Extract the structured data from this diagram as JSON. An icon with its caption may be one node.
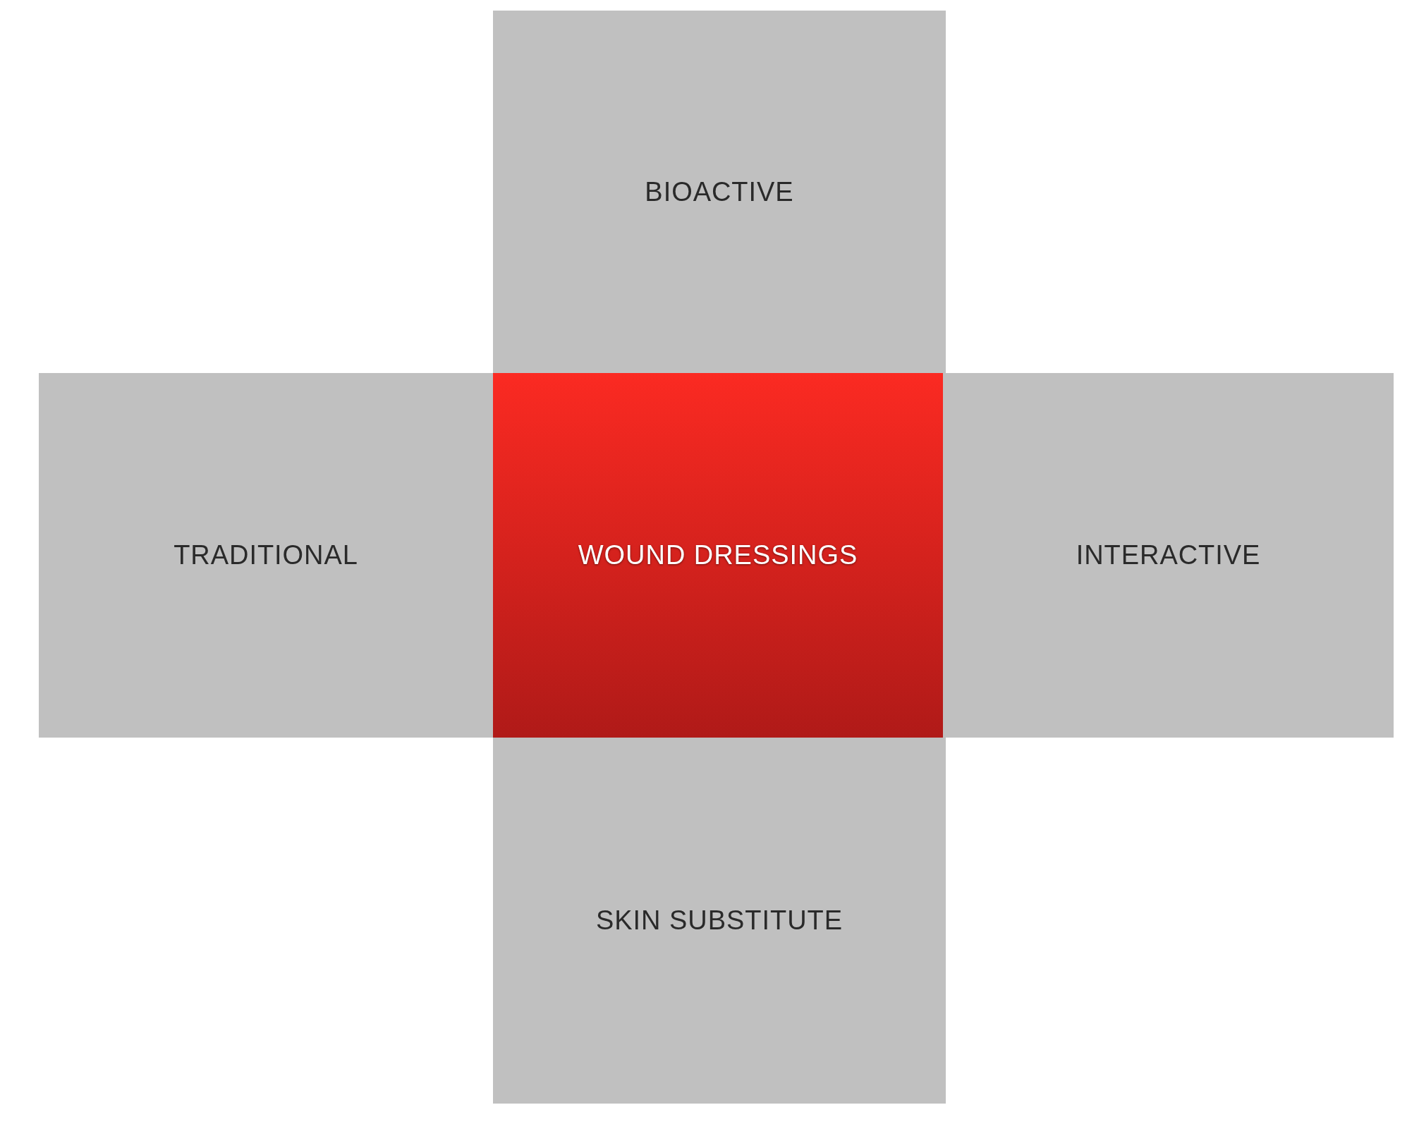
{
  "diagram": {
    "nodes": [
      {
        "text": [
          "BIOACTIVE"
        ]
      },
      {
        "text": [
          "TRADITIONAL"
        ]
      },
      {
        "text": [
          "WOUND DRESSINGS"
        ]
      },
      {
        "text": [
          "INTERACTIVE"
        ]
      },
      {
        "text": [
          "SKIN SUBSTITUTE"
        ]
      }
    ]
  }
}
